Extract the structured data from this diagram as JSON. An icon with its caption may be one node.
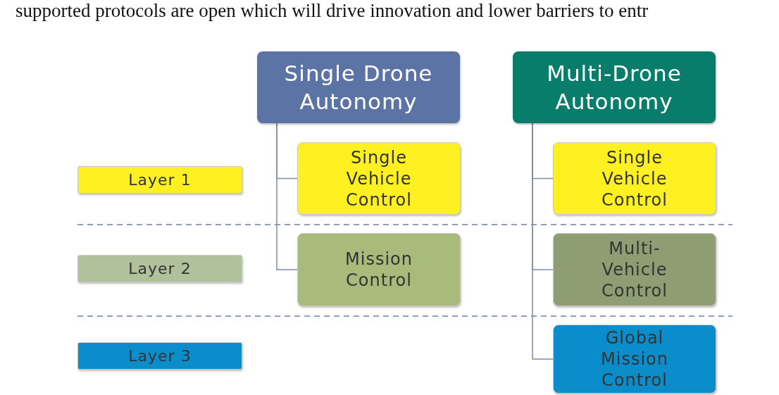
{
  "diagram": {
    "nodes": [
      {
        "text": [
          "Single Drone Autonomy"
        ]
      },
      {
        "text": [
          "Single Vehicle Control"
        ]
      },
      {
        "text": [
          "Mission Control"
        ]
      },
      {
        "text": [
          "Multi-Drone Autonomy"
        ]
      },
      {
        "text": [
          "Single Vehicle Control"
        ]
      },
      {
        "text": [
          "Multi-Vehicle Control"
        ]
      },
      {
        "text": [
          "Global Mission Control"
        ]
      },
      {
        "text": [
          "Layer 1"
        ]
      },
      {
        "text": [
          "Layer 2"
        ]
      },
      {
        "text": [
          "Layer 3"
        ]
      }
    ],
    "edges": [
      {
        "from": 0,
        "to": 1,
        "arrow": "none"
      },
      {
        "from": 0,
        "to": 2,
        "arrow": "none"
      },
      {
        "from": 3,
        "to": 4,
        "arrow": "none"
      },
      {
        "from": 3,
        "to": 5,
        "arrow": "none"
      },
      {
        "from": 3,
        "to": 6,
        "arrow": "none"
      }
    ],
    "labels": [
      "supported protocols are open which will drive innovation and lower barriers to entr"
    ]
  }
}
